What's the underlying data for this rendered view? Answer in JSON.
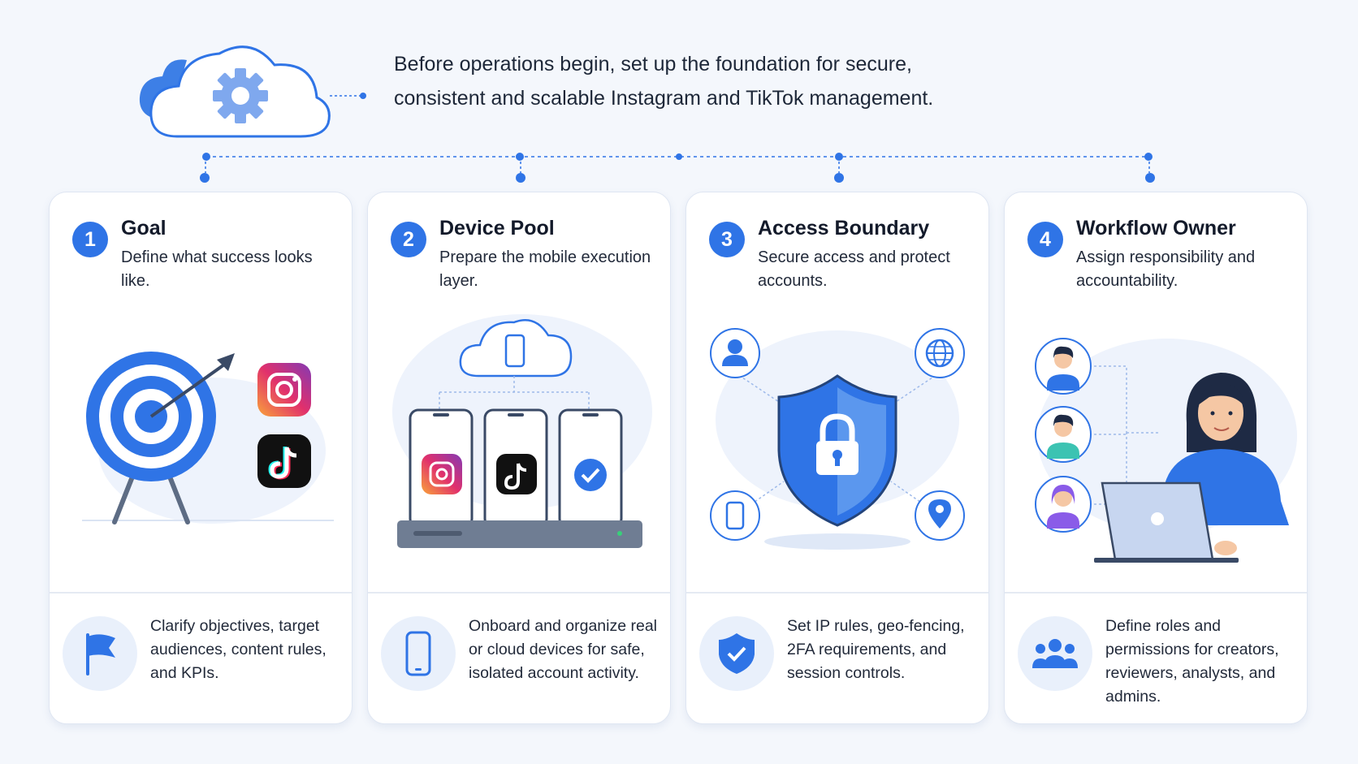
{
  "intro": {
    "line1": "Before operations begin, set up the foundation for secure,",
    "line2": "consistent and scalable Instagram and TikTok management."
  },
  "colors": {
    "accent": "#2f74e6",
    "light_accent": "#e9f0fb",
    "background": "#f4f7fc",
    "card": "#ffffff"
  },
  "cards": [
    {
      "number": "1",
      "title": "Goal",
      "subtitle": "Define what success looks like.",
      "footer_icon": "flag-icon",
      "footer": "Clarify objectives, target audiences, content rules, and KPIs."
    },
    {
      "number": "2",
      "title": "Device Pool",
      "subtitle": "Prepare the mobile execution layer.",
      "footer_icon": "smartphone-icon",
      "footer": "Onboard and organize real or cloud devices for safe, isolated account activity."
    },
    {
      "number": "3",
      "title": "Access Boundary",
      "subtitle": "Secure access and protect accounts.",
      "footer_icon": "shield-check-icon",
      "footer": "Set IP rules, geo-fencing, 2FA requirements, and session controls."
    },
    {
      "number": "4",
      "title": "Workflow Owner",
      "subtitle": "Assign responsibility and accountability.",
      "footer_icon": "team-icon",
      "footer": "Define roles and permissions for creators, reviewers, analysts, and admins."
    }
  ]
}
